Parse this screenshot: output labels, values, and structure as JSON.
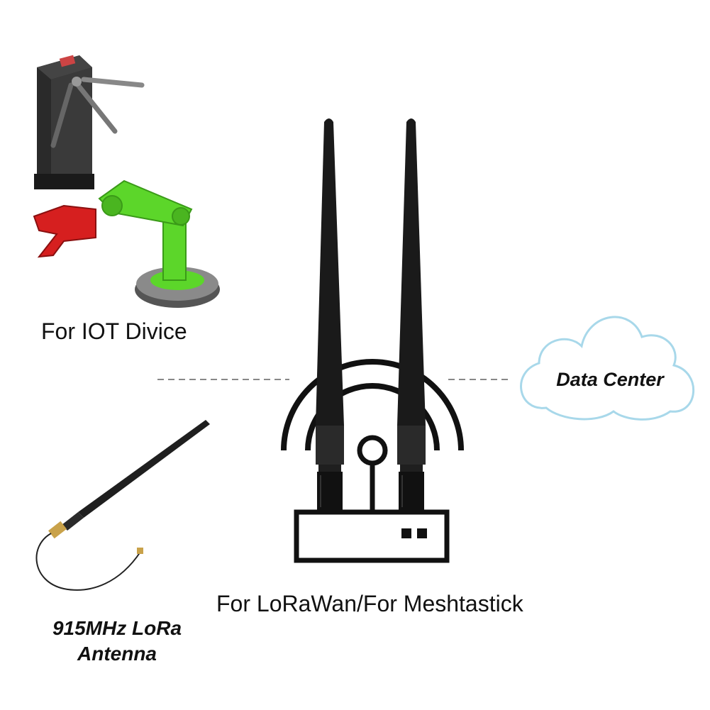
{
  "labels": {
    "iot_device": "For IOT Divice",
    "lorawan_meshtastic": "For LoRaWan/For Meshtastick",
    "lora_antenna_line1": "915MHz LoRa",
    "lora_antenna_line2": "Antenna",
    "data_center": "Data Center"
  },
  "icons": {
    "turnstile": "turnstile-icon",
    "robot_arm": "robot-arm-icon",
    "single_antenna": "lora-antenna-icon",
    "gateway": "router-gateway-icon",
    "cloud": "cloud-icon"
  },
  "colors": {
    "antenna": "#1a1a1a",
    "robot_arm_green": "#5cd62a",
    "gripper_red": "#d61f1f",
    "cloud_outline": "#a8d8ea",
    "dashed_line": "#888888"
  }
}
